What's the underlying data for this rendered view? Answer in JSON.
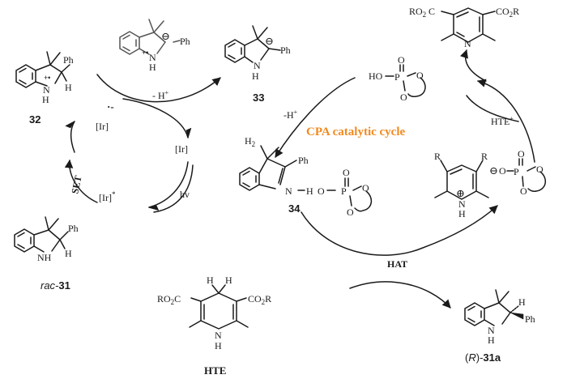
{
  "atoms": {
    "nh": "NH",
    "n": "N",
    "h": "H",
    "ph": "Ph",
    "ho": "HO",
    "o": "O",
    "p": "P",
    "r": "R",
    "ro2c": "RO",
    "co2r": "CO",
    "two": "2",
    "cr": "R",
    "radical_cation": "+•",
    "carbanion": "⊖",
    "plus_circle": "⊕",
    "minus_circle": "⊖",
    "wedge_h": "H"
  },
  "compounds": {
    "c32": "32",
    "c33": "33",
    "c34": "34",
    "rac_prefix": "rac-",
    "rac_num": "31",
    "r_open": "(",
    "r_letter": "R",
    "r_close": ")-",
    "r_num": "31a",
    "hte": "HTE"
  },
  "reagents": {
    "ir": "[Ir]",
    "ir_star": "*",
    "hv": "hv",
    "set": "SET",
    "minus_h": "- H",
    "minus_h2": "-H",
    "plus_sup": "+",
    "h2": "H",
    "h2_sub": "2",
    "hte_plus": "HTE",
    "hat": "HAT",
    "dots": "·-"
  },
  "cycle_label": "CPA catalytic cycle",
  "colors": {
    "ink": "#1a1a1a",
    "accent": "#f28a1e"
  }
}
